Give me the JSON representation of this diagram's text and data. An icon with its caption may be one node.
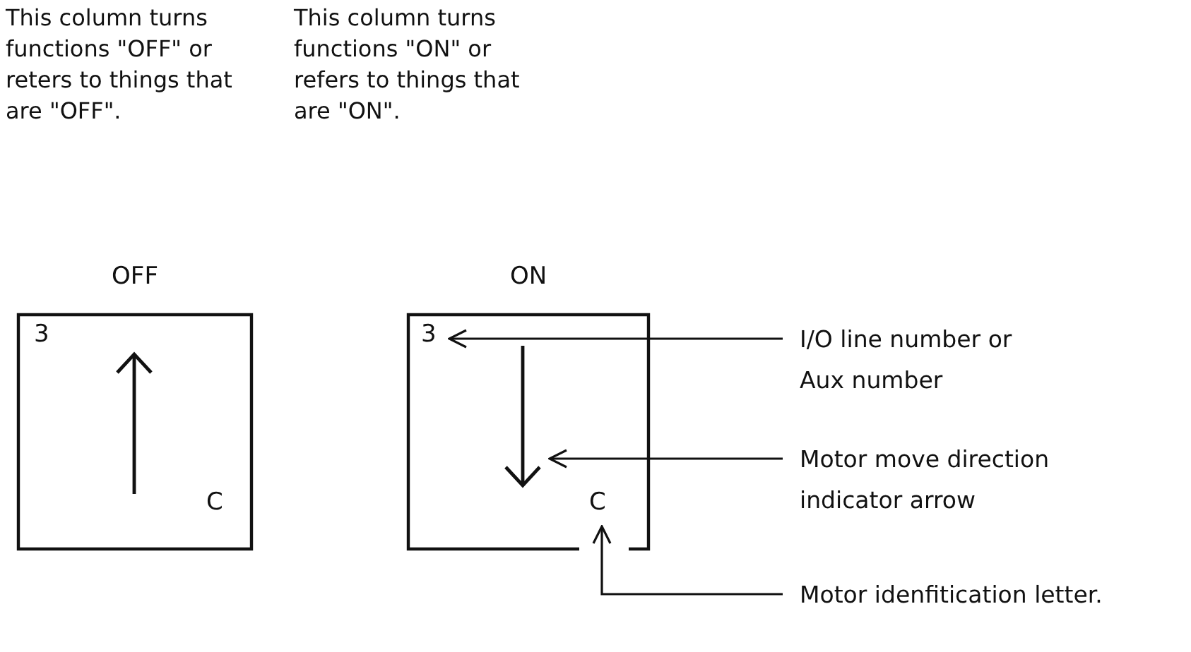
{
  "diagram": {
    "nodes": [
      {
        "text": [
          "OFF",
          "3",
          "C"
        ]
      },
      {
        "text": [
          "ON"
        ]
      },
      {
        "text": [
          "3"
        ],
        "in": 1
      },
      {
        "text": [],
        "shape": "arrow",
        "in": 1
      },
      {
        "text": [
          "C"
        ],
        "in": 1
      },
      {
        "text": [
          "I/O line number or Aux number"
        ]
      },
      {
        "text": [
          "Motor move direction indicator arrow"
        ]
      },
      {
        "text": [
          "Motor idenfitication letter."
        ]
      }
    ],
    "edges": [
      {
        "from": 5,
        "to": 2,
        "arrow": "to"
      },
      {
        "from": 6,
        "to": 3,
        "arrow": "to"
      },
      {
        "from": 7,
        "to": 4,
        "arrow": "to"
      }
    ],
    "labels": [
      "This column turns functions \"OFF\" or reters to things that are \"OFF\".",
      "This column turns functions \"ON\" or refers to things that are \"ON\"."
    ]
  }
}
